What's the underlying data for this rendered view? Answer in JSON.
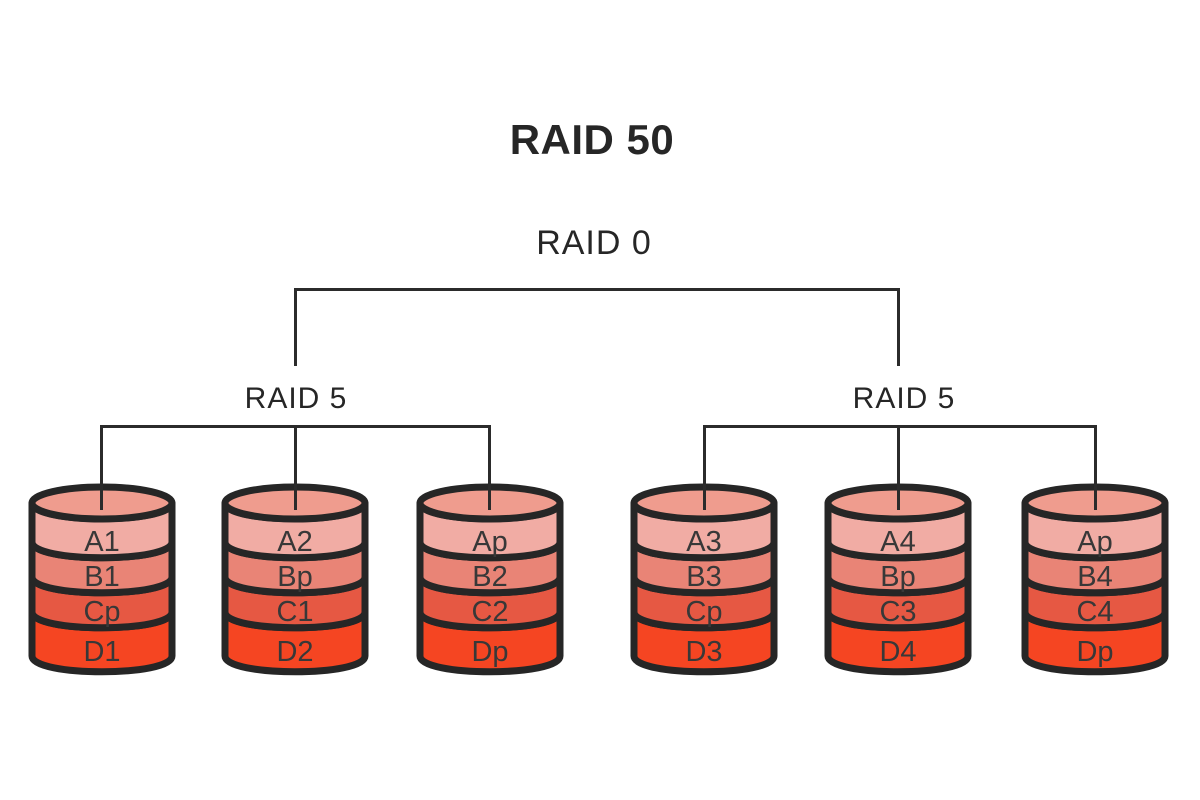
{
  "title": "RAID 50",
  "root": {
    "label": "RAID 0"
  },
  "groups": [
    {
      "label": "RAID 5",
      "disks": [
        {
          "bands": [
            "A1",
            "B1",
            "Cp",
            "D1"
          ]
        },
        {
          "bands": [
            "A2",
            "Bp",
            "C1",
            "D2"
          ]
        },
        {
          "bands": [
            "Ap",
            "B2",
            "C2",
            "Dp"
          ]
        }
      ]
    },
    {
      "label": "RAID 5",
      "disks": [
        {
          "bands": [
            "A3",
            "B3",
            "Cp",
            "D3"
          ]
        },
        {
          "bands": [
            "A4",
            "Bp",
            "C3",
            "D4"
          ]
        },
        {
          "bands": [
            "Ap",
            "B4",
            "C4",
            "Dp"
          ]
        }
      ]
    }
  ],
  "colors": {
    "background": "#ffffff",
    "outline": "#262626",
    "line": "#2b2b2b",
    "disk_top": "#EF9C8E",
    "band_a": "#F1ACA4",
    "band_b": "#E98476",
    "band_c": "#E65843",
    "band_d": "#F54522",
    "text": "#383838",
    "heading": "#262626"
  }
}
